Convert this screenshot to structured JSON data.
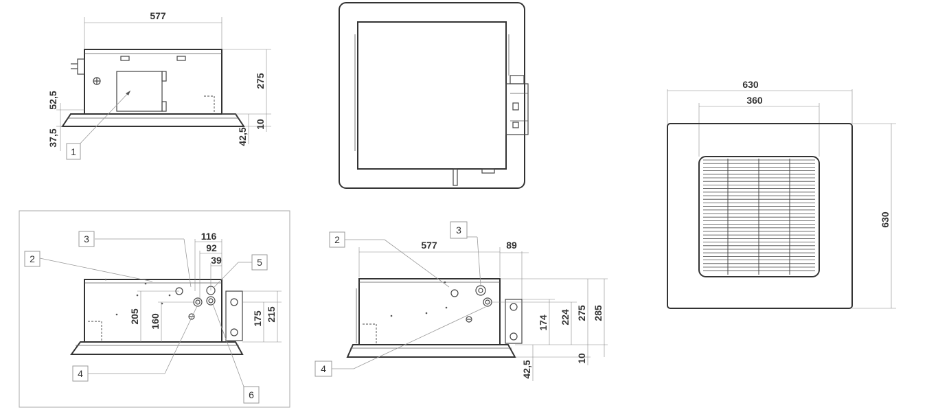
{
  "colors": {
    "line": "#333333",
    "dimension_line": "#888888",
    "background": "#ffffff"
  },
  "view_top_left": {
    "dim_width": "577",
    "dim_height": "275",
    "dim_top_offset": "52,5",
    "dim_bottom_offset": "37,5",
    "dim_panel": "10",
    "dim_panel_offset": "42,5",
    "callout_1": "1"
  },
  "view_bottom_left": {
    "dim_116": "116",
    "dim_92": "92",
    "dim_39": "39",
    "dim_205": "205",
    "dim_160": "160",
    "dim_175": "175",
    "dim_215": "215",
    "callout_2": "2",
    "callout_3": "3",
    "callout_4": "4",
    "callout_5": "5",
    "callout_6": "6"
  },
  "view_bottom_middle": {
    "dim_width": "577",
    "dim_89": "89",
    "dim_174": "174",
    "dim_224": "224",
    "dim_275": "275",
    "dim_285": "285",
    "dim_10": "10",
    "dim_42_5": "42,5",
    "callout_2": "2",
    "callout_3": "3",
    "callout_4": "4"
  },
  "view_right_panel": {
    "dim_outer": "630",
    "dim_grille": "360",
    "dim_side": "630"
  }
}
